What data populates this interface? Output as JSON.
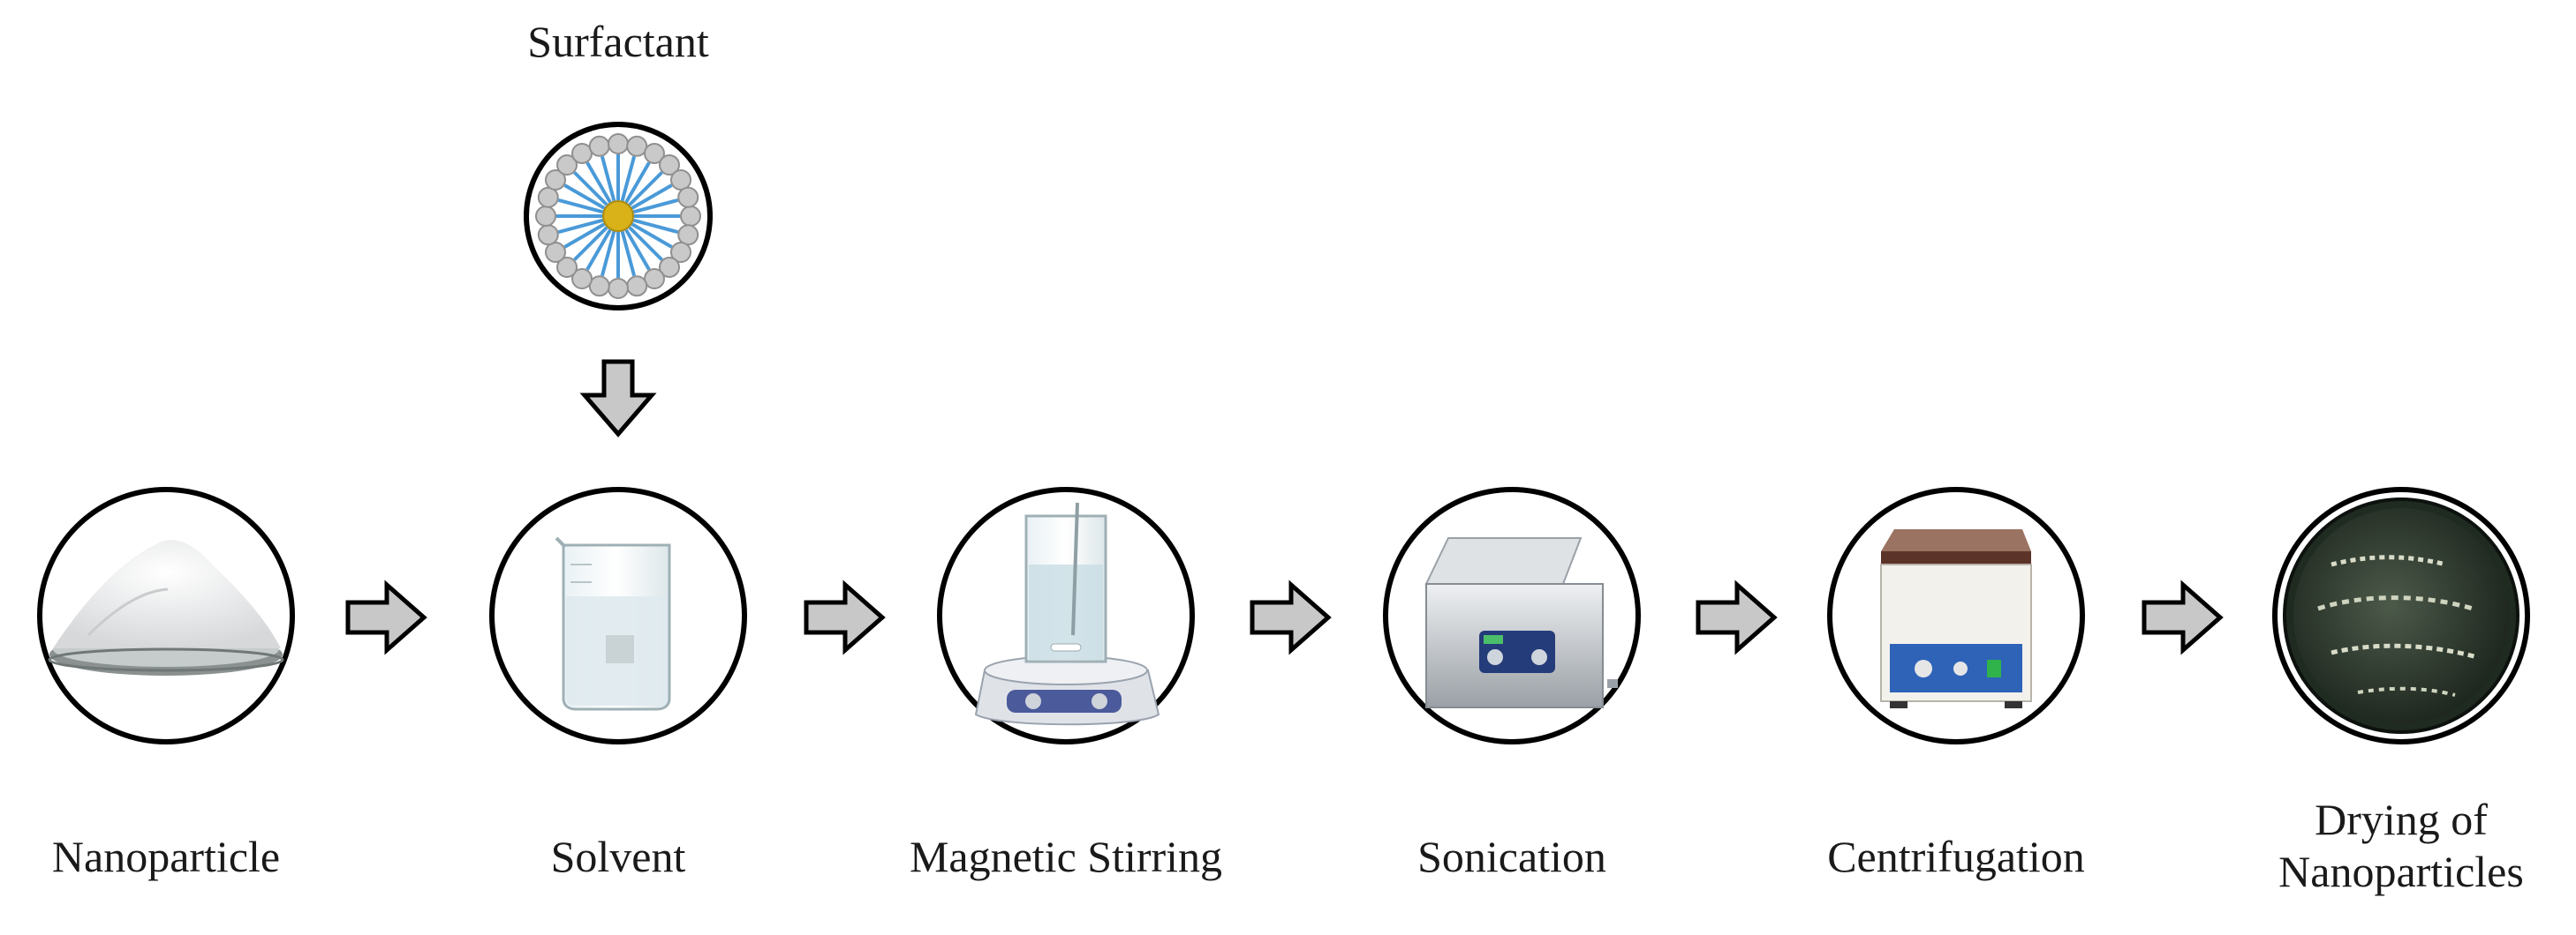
{
  "surfactant": {
    "label": "Surfactant",
    "icon": "surfactant-micelle-icon"
  },
  "steps": [
    {
      "id": "nanoparticle",
      "label": "Nanoparticle",
      "icon": "powder-dish-icon"
    },
    {
      "id": "solvent",
      "label": "Solvent",
      "icon": "beaker-icon"
    },
    {
      "id": "magnetic-stirring",
      "label": "Magnetic Stirring",
      "icon": "magnetic-stirrer-icon"
    },
    {
      "id": "sonication",
      "label": "Sonication",
      "icon": "ultrasonic-bath-icon"
    },
    {
      "id": "centrifugation",
      "label": "Centrifugation",
      "icon": "centrifuge-icon"
    },
    {
      "id": "drying",
      "label": "Drying of\nNanoparticles",
      "icon": "petri-dish-icon"
    }
  ],
  "colors": {
    "arrow_fill": "#c8c8c8",
    "outline": "#000000",
    "micelle_tail": "#4a9ad8",
    "micelle_core": "#d9b21a",
    "micelle_head": "#c9c9c9"
  }
}
